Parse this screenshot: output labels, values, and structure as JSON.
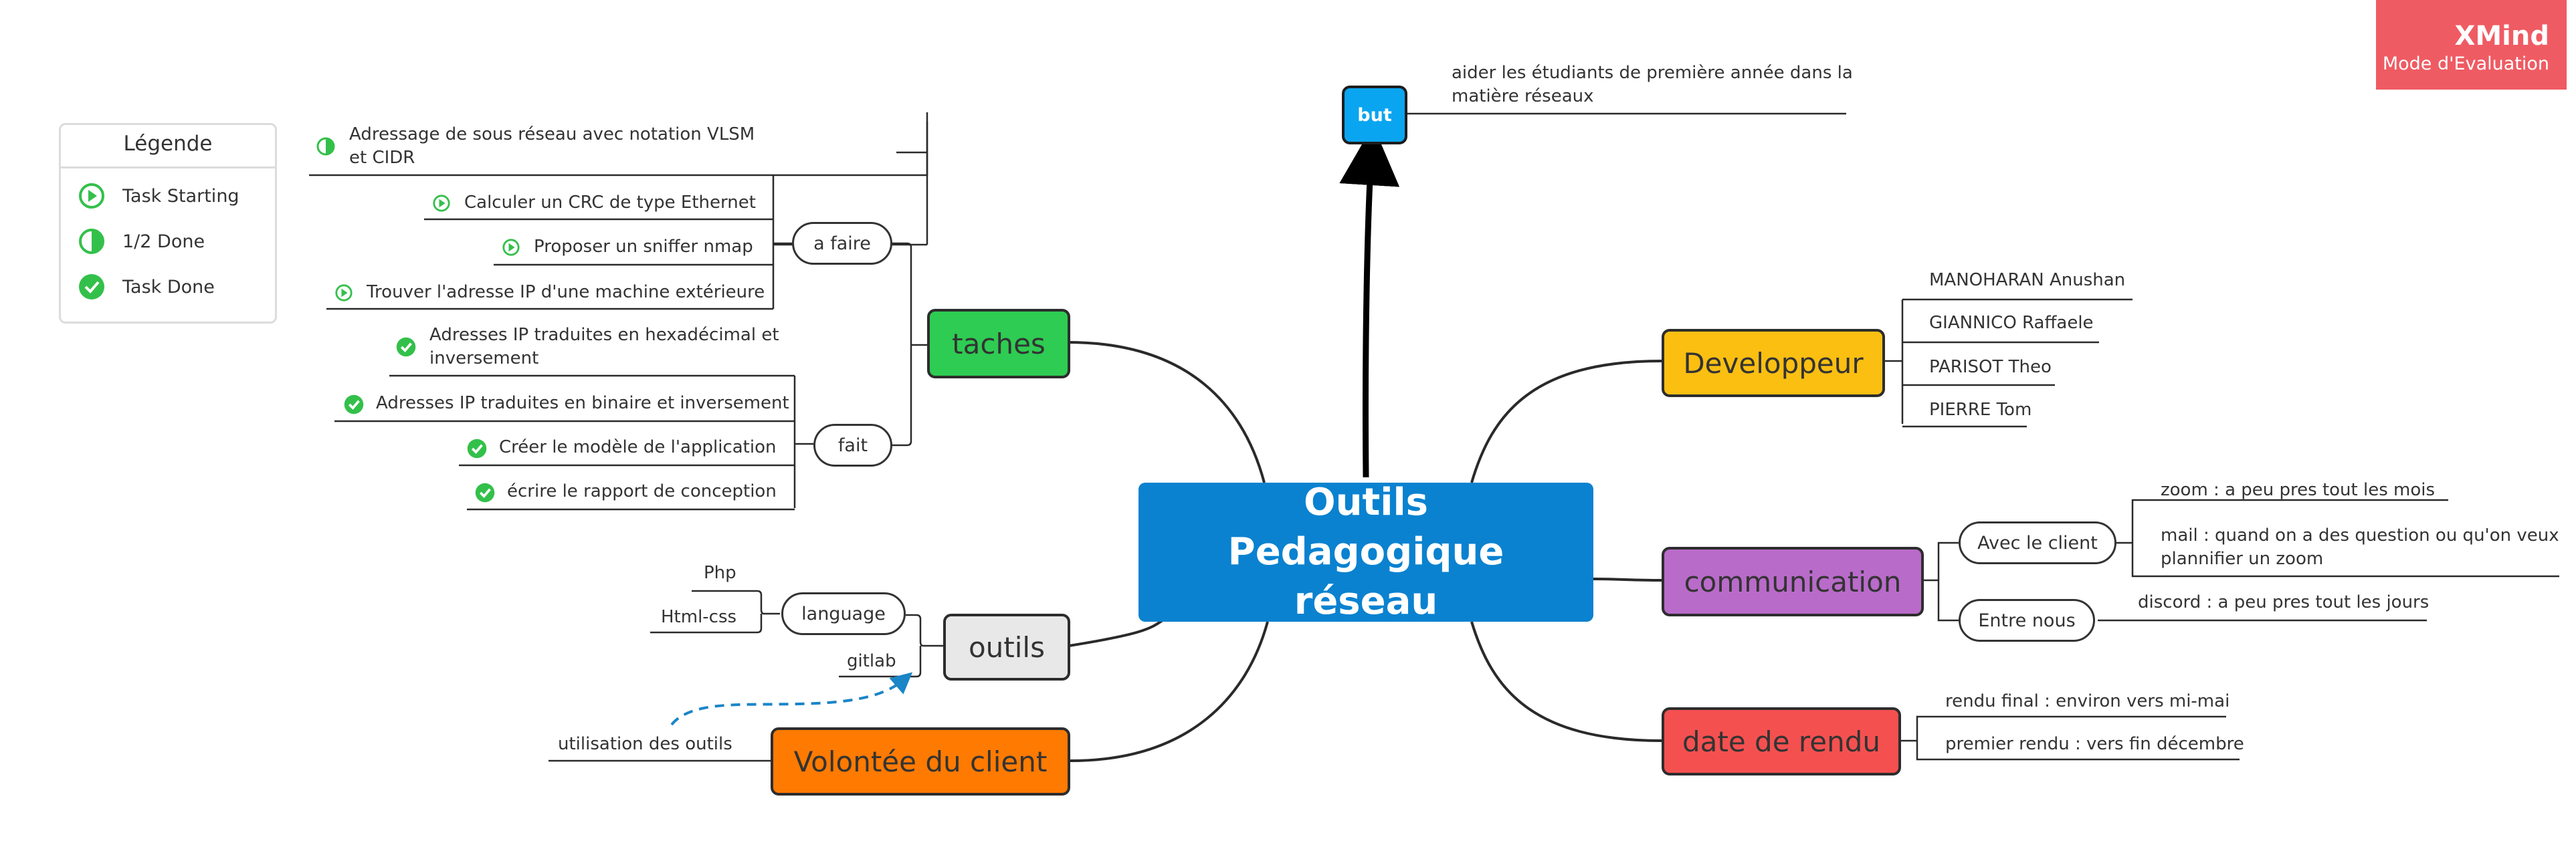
{
  "watermark": {
    "brand": "XMind",
    "mode": "Mode d'Evaluation"
  },
  "legend": {
    "title": "Légende",
    "items": [
      {
        "label": "Task Starting",
        "icon": "task-start-icon"
      },
      {
        "label": "1/2 Done",
        "icon": "half-done-icon"
      },
      {
        "label": "Task Done",
        "icon": "task-done-icon"
      }
    ]
  },
  "colors": {
    "central": "#0a82d0",
    "but": "#0aa5f0",
    "taches": "#2ecc52",
    "outils": "#e8e8e8",
    "volontee": "#ff7a00",
    "developpeur": "#fbbf12",
    "communication": "#b96bc9",
    "date_de_rendu": "#f55050",
    "marker_green": "#33c04a"
  },
  "central": {
    "title": "Outils Pedagogique réseau"
  },
  "but": {
    "label": "but",
    "note": "aider les étudiants de première année dans la matière réseaux"
  },
  "taches": {
    "label": "taches",
    "a_faire": {
      "label": "a faire",
      "items": [
        {
          "text": "Adressage de sous réseau avec notation VLSM et CIDR",
          "status": "half-done-icon"
        },
        {
          "text": "Calculer un CRC de type Ethernet",
          "status": "task-start-icon"
        },
        {
          "text": "Proposer un sniffer nmap",
          "status": "task-start-icon"
        },
        {
          "text": "Trouver l'adresse IP d'une machine extérieure",
          "status": "task-start-icon"
        }
      ]
    },
    "fait": {
      "label": "fait",
      "items": [
        {
          "text": "Adresses IP traduites en hexadécimal et inversement",
          "status": "task-done-icon"
        },
        {
          "text": "Adresses IP traduites en binaire et inversement",
          "status": "task-done-icon"
        },
        {
          "text": "Créer le modèle de l'application",
          "status": "task-done-icon"
        },
        {
          "text": "écrire le rapport de conception",
          "status": "task-done-icon"
        }
      ]
    }
  },
  "outils": {
    "label": "outils",
    "language": {
      "label": "language",
      "items": [
        "Php",
        "Html-css"
      ]
    },
    "gitlab": "gitlab"
  },
  "volontee": {
    "label": "Volontée du client",
    "items": [
      "utilisation des outils"
    ]
  },
  "developpeur": {
    "label": "Developpeur",
    "items": [
      "MANOHARAN Anushan",
      "GIANNICO Raffaele",
      "PARISOT Theo",
      "PIERRE Tom"
    ]
  },
  "communication": {
    "label": "communication",
    "avec_client": {
      "label": "Avec le client",
      "items": [
        "zoom : a peu pres tout les mois",
        "mail : quand on a des question ou qu'on veux plannifier un zoom"
      ]
    },
    "entre_nous": {
      "label": "Entre nous",
      "items": [
        "discord : a peu pres tout les jours"
      ]
    }
  },
  "date_de_rendu": {
    "label": "date de rendu",
    "items": [
      "rendu final : environ vers mi-mai",
      "premier rendu : vers fin décembre"
    ]
  }
}
